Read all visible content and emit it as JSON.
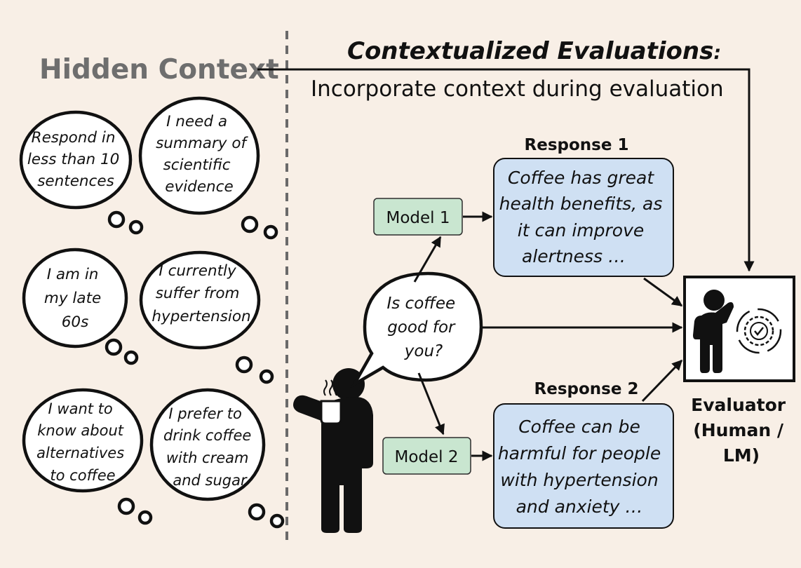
{
  "hidden_context": {
    "heading": "Hidden Context",
    "thoughts": [
      {
        "lines": [
          "Respond in",
          "less than 10",
          "sentences"
        ]
      },
      {
        "lines": [
          "I need a",
          "summary of",
          "scientific",
          "evidence"
        ]
      },
      {
        "lines": [
          "I am in",
          "my late",
          "60s"
        ]
      },
      {
        "lines": [
          "I currently",
          "suffer from",
          "hypertension"
        ]
      },
      {
        "lines": [
          "I want to",
          "know about",
          "alternatives",
          "to coffee"
        ]
      },
      {
        "lines": [
          "I prefer to",
          "drink coffee",
          "with cream",
          "and sugar"
        ]
      }
    ]
  },
  "evaluations": {
    "title": "Contextualized Evaluations",
    "title_colon": ":",
    "subtitle": "Incorporate context during evaluation"
  },
  "query": {
    "lines": [
      "Is coffee",
      "good for",
      "you?"
    ]
  },
  "models": [
    {
      "label": "Model 1"
    },
    {
      "label": "Model 2"
    }
  ],
  "responses": [
    {
      "title": "Response 1",
      "lines": [
        "Coffee has great",
        "health benefits, as",
        "it can improve",
        "alertness …"
      ]
    },
    {
      "title": "Response 2",
      "lines": [
        "Coffee can be",
        "harmful for people",
        "with hypertension",
        "and anxiety …"
      ]
    }
  ],
  "evaluator": {
    "lines": [
      "Evaluator",
      "(Human /",
      "LM)"
    ],
    "icons": [
      "thinking-person-icon",
      "gear-check-icon"
    ]
  },
  "colors": {
    "background": "#f8efe6",
    "model_fill": "#c9e6d0",
    "response_fill": "#cfe0f3",
    "heading_gray": "#6e6e6e"
  }
}
